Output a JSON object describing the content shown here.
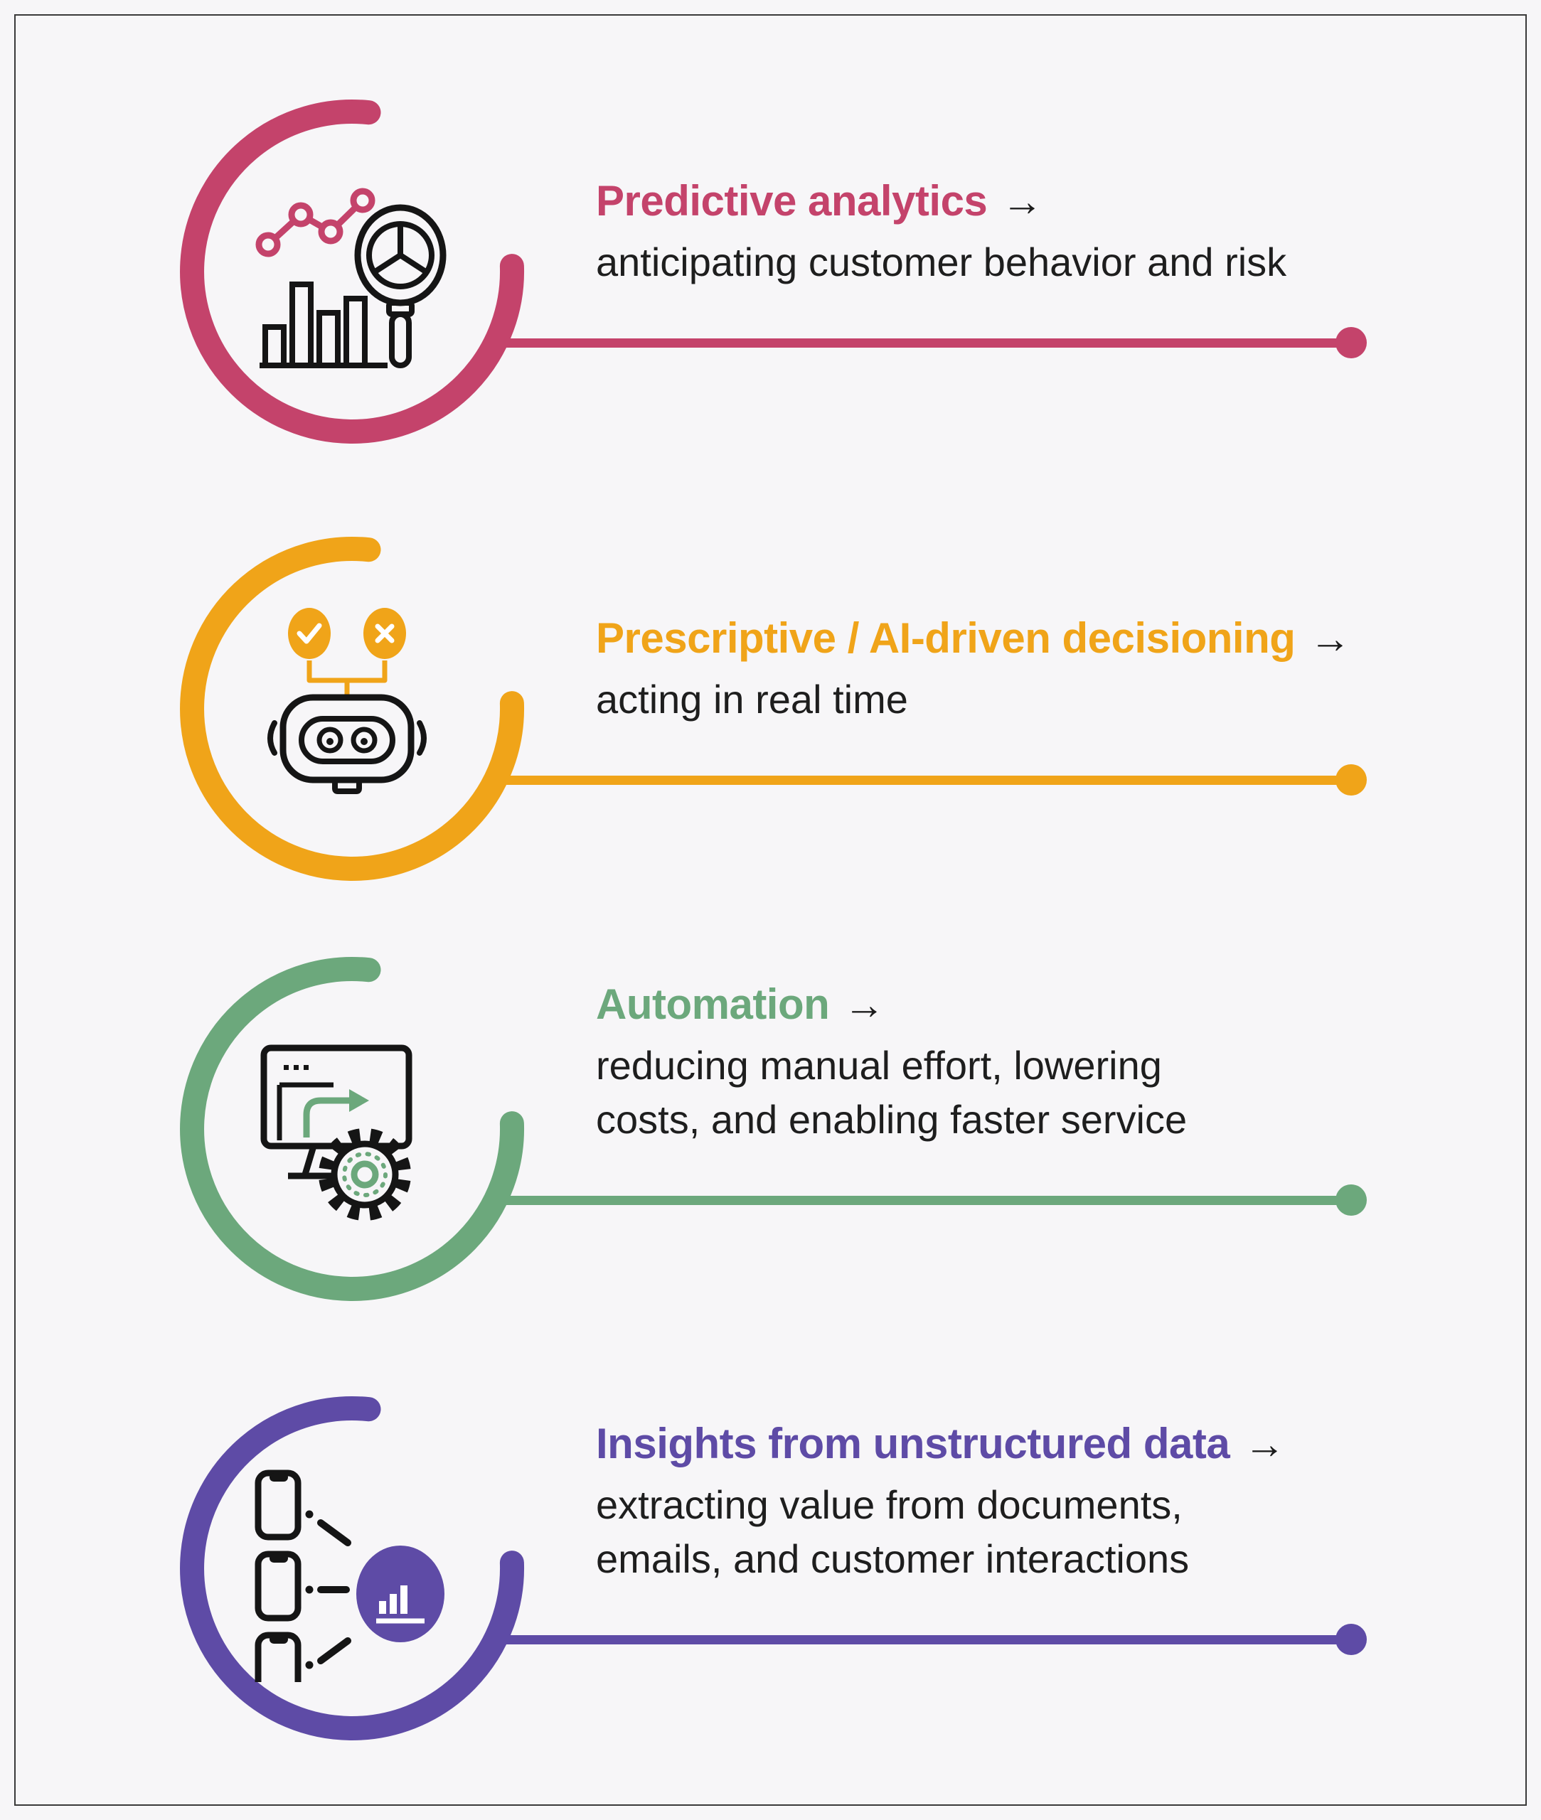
{
  "page": {
    "background": "#f7f6f8",
    "frame_border_color": "#3a3a3a",
    "text_color": "#1e1e1e",
    "icon_ink_color": "#151515",
    "icon_detail_color": "#ffffff"
  },
  "items": [
    {
      "id": "predictive-analytics",
      "color": "#c4436b",
      "title": "Predictive analytics",
      "arrow": "→",
      "description_lines": [
        "anticipating customer behavior and risk"
      ],
      "icon": "bar-chart-magnifier-icon"
    },
    {
      "id": "prescriptive-decisioning",
      "color": "#f0a419",
      "title": "Prescriptive / AI-driven decisioning",
      "arrow": "→",
      "description_lines": [
        "acting in real time"
      ],
      "icon": "robot-icon"
    },
    {
      "id": "automation",
      "color": "#6ca87c",
      "title": "Automation",
      "arrow": "→",
      "description_lines": [
        "reducing manual effort, lowering",
        "costs, and enabling faster service"
      ],
      "icon": "monitor-gear-icon"
    },
    {
      "id": "insights-unstructured-data",
      "color": "#5e4ba6",
      "title": "Insights from unstructured data",
      "arrow": "→",
      "description_lines": [
        "extracting value from documents,",
        "emails, and customer interactions"
      ],
      "icon": "documents-chart-icon"
    }
  ]
}
